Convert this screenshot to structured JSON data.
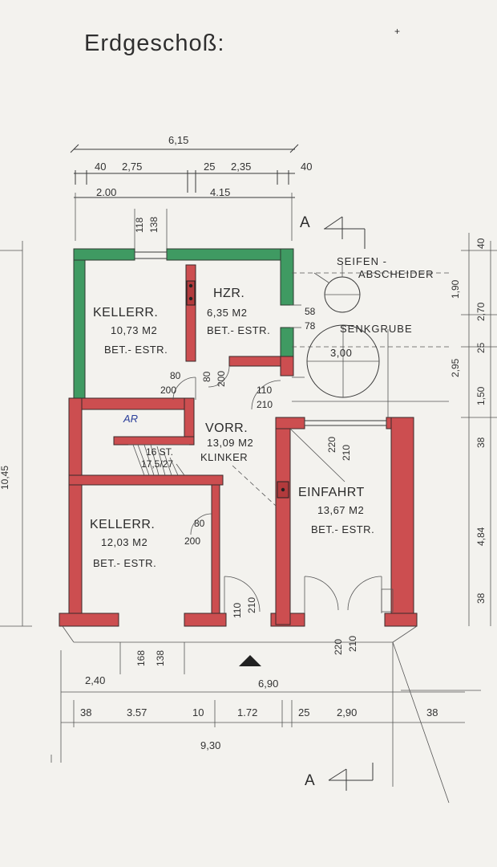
{
  "title": "Erdgeschoß:",
  "dimensions_top": {
    "overall": "6,15",
    "row2": [
      "40",
      "2,75",
      "25",
      "2,35",
      "40"
    ],
    "row3": [
      "2.00",
      "4.15"
    ],
    "window_top": [
      "118",
      "138"
    ]
  },
  "dimensions_right": [
    "40",
    "1,90",
    "2,70",
    "25",
    "2,95",
    "1,50",
    "38",
    "4,84",
    "38"
  ],
  "dimensions_left": "10,45",
  "dimensions_bottom": {
    "row1": [
      "168",
      "138"
    ],
    "row2": [
      "2,40",
      "6,90"
    ],
    "row3": [
      "38",
      "3.57",
      "10",
      "1.72",
      "25",
      "2,90",
      "38"
    ],
    "overall": "9,30"
  },
  "section_marks": [
    "A",
    "A"
  ],
  "rooms": {
    "keller1": {
      "name": "KELLERR.",
      "area": "10,73  M2",
      "floor": "BET.- ESTR."
    },
    "hzr": {
      "name": "HZR.",
      "area": "6,35 M2",
      "floor": "BET.- ESTR."
    },
    "vorr": {
      "name": "VORR.",
      "area": "13,09  M2",
      "floor": "KLINKER"
    },
    "keller2": {
      "name": "KELLERR.",
      "area": "12,03  M2",
      "floor": "BET.- ESTR."
    },
    "einfahrt": {
      "name": "EINFAHRT",
      "area": "13,67  M2",
      "floor": "BET.- ESTR."
    }
  },
  "fixtures": {
    "seifen_line1": "SEIFEN -",
    "seifen_line2": "ABSCHEIDER",
    "senkgrube": "SENKGRUBE",
    "senkgrube_diam": "3,00",
    "stair_steps": "16 ST.",
    "stair_ratio": "17,5/27",
    "ar_note": "AR"
  },
  "door_labels": {
    "d1_w": "80",
    "d1_h": "200",
    "d2_w": "80",
    "d2_h": "200",
    "d3_w": "110",
    "d3_h": "210",
    "d4_w": "80",
    "d4_h": "200",
    "d5_w": "110",
    "d5_h": "210",
    "d6_w": "220",
    "d6_h": "210",
    "d7_w": "220",
    "d7_h": "210",
    "win_w": "58",
    "win_h": "78"
  }
}
